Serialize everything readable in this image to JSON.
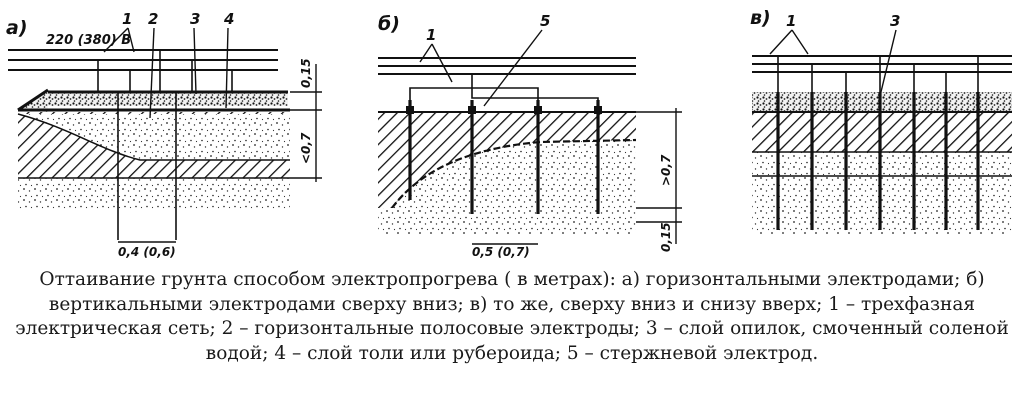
{
  "figure": {
    "panels": [
      {
        "letter": "а)",
        "voltage": "220 (380) В",
        "callouts": [
          "1",
          "2",
          "3",
          "4"
        ],
        "dim_top": "0,15",
        "dim_mid": "<0,7",
        "dim_bottom": "0,4 (0,6)"
      },
      {
        "letter": "б)",
        "callouts": [
          "1",
          "5"
        ],
        "dim_mid": ">0,7",
        "dim_low": "0,15",
        "dim_bottom": "0,5 (0,7)"
      },
      {
        "letter": "в)",
        "callouts": [
          "1",
          "3"
        ]
      }
    ]
  },
  "caption": {
    "text": "Оттаивание грунта способом электропрогрева ( в метрах): а) горизонтальными электродами; б) вертикальными электродами сверху вниз; в) то же, сверху вниз и снизу вверх; 1 – трехфазная электрическая сеть; 2 – горизонтальные полосовые электроды; 3 – слой опилок, смоченный соленой водой; 4 – слой толи или рубероида; 5 – стержневой электрод."
  },
  "colors": {
    "ink": "#111111",
    "background": "#ffffff"
  }
}
